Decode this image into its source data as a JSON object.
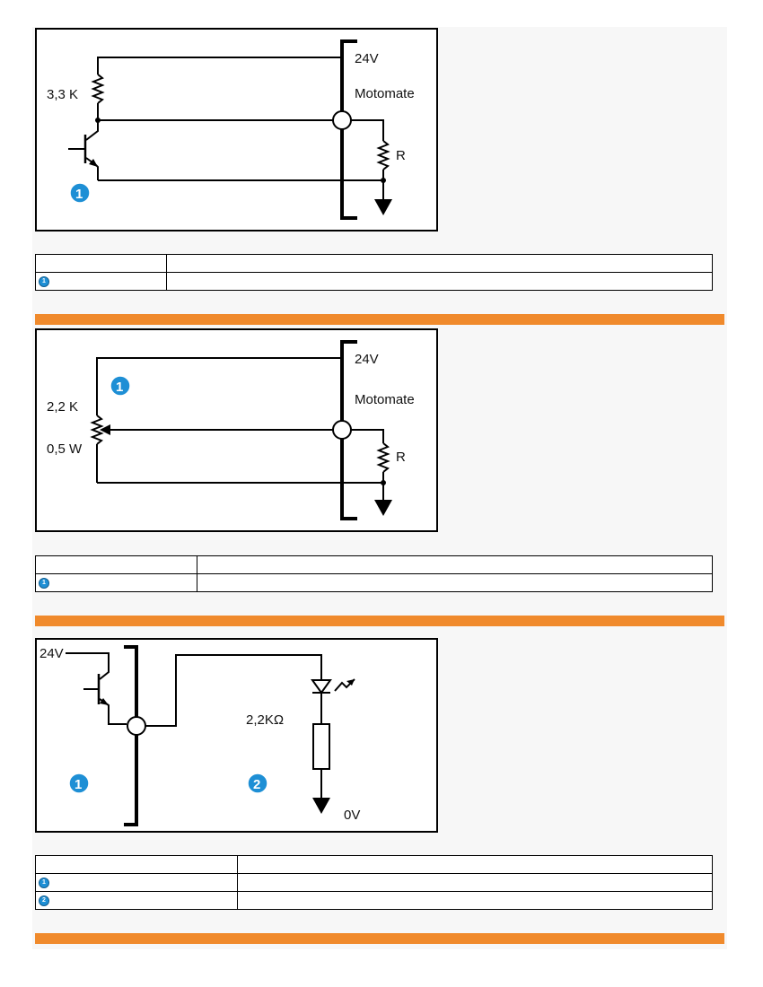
{
  "colors": {
    "orange_bar": "#f08a2c",
    "callout_blue": "#1e8fd5"
  },
  "diagram1": {
    "supply": "24V",
    "device": "Motomate",
    "pullup_resistor": "3,3 K",
    "load_resistor": "R",
    "callouts": [
      "1"
    ]
  },
  "table1": {
    "rows": [
      {
        "badge": "1"
      }
    ]
  },
  "diagram2": {
    "supply": "24V",
    "device": "Motomate",
    "pot_value": "2,2 K",
    "pot_power": "0,5 W",
    "load_resistor": "R",
    "callouts": [
      "1"
    ]
  },
  "table2": {
    "rows": [
      {
        "badge": "1"
      }
    ]
  },
  "diagram3": {
    "supply": "24V",
    "resistor": "2,2KΩ",
    "ground": "0V",
    "callouts": [
      "1",
      "2"
    ]
  },
  "table3": {
    "rows": [
      {
        "badge": "1"
      },
      {
        "badge": "2"
      }
    ]
  }
}
